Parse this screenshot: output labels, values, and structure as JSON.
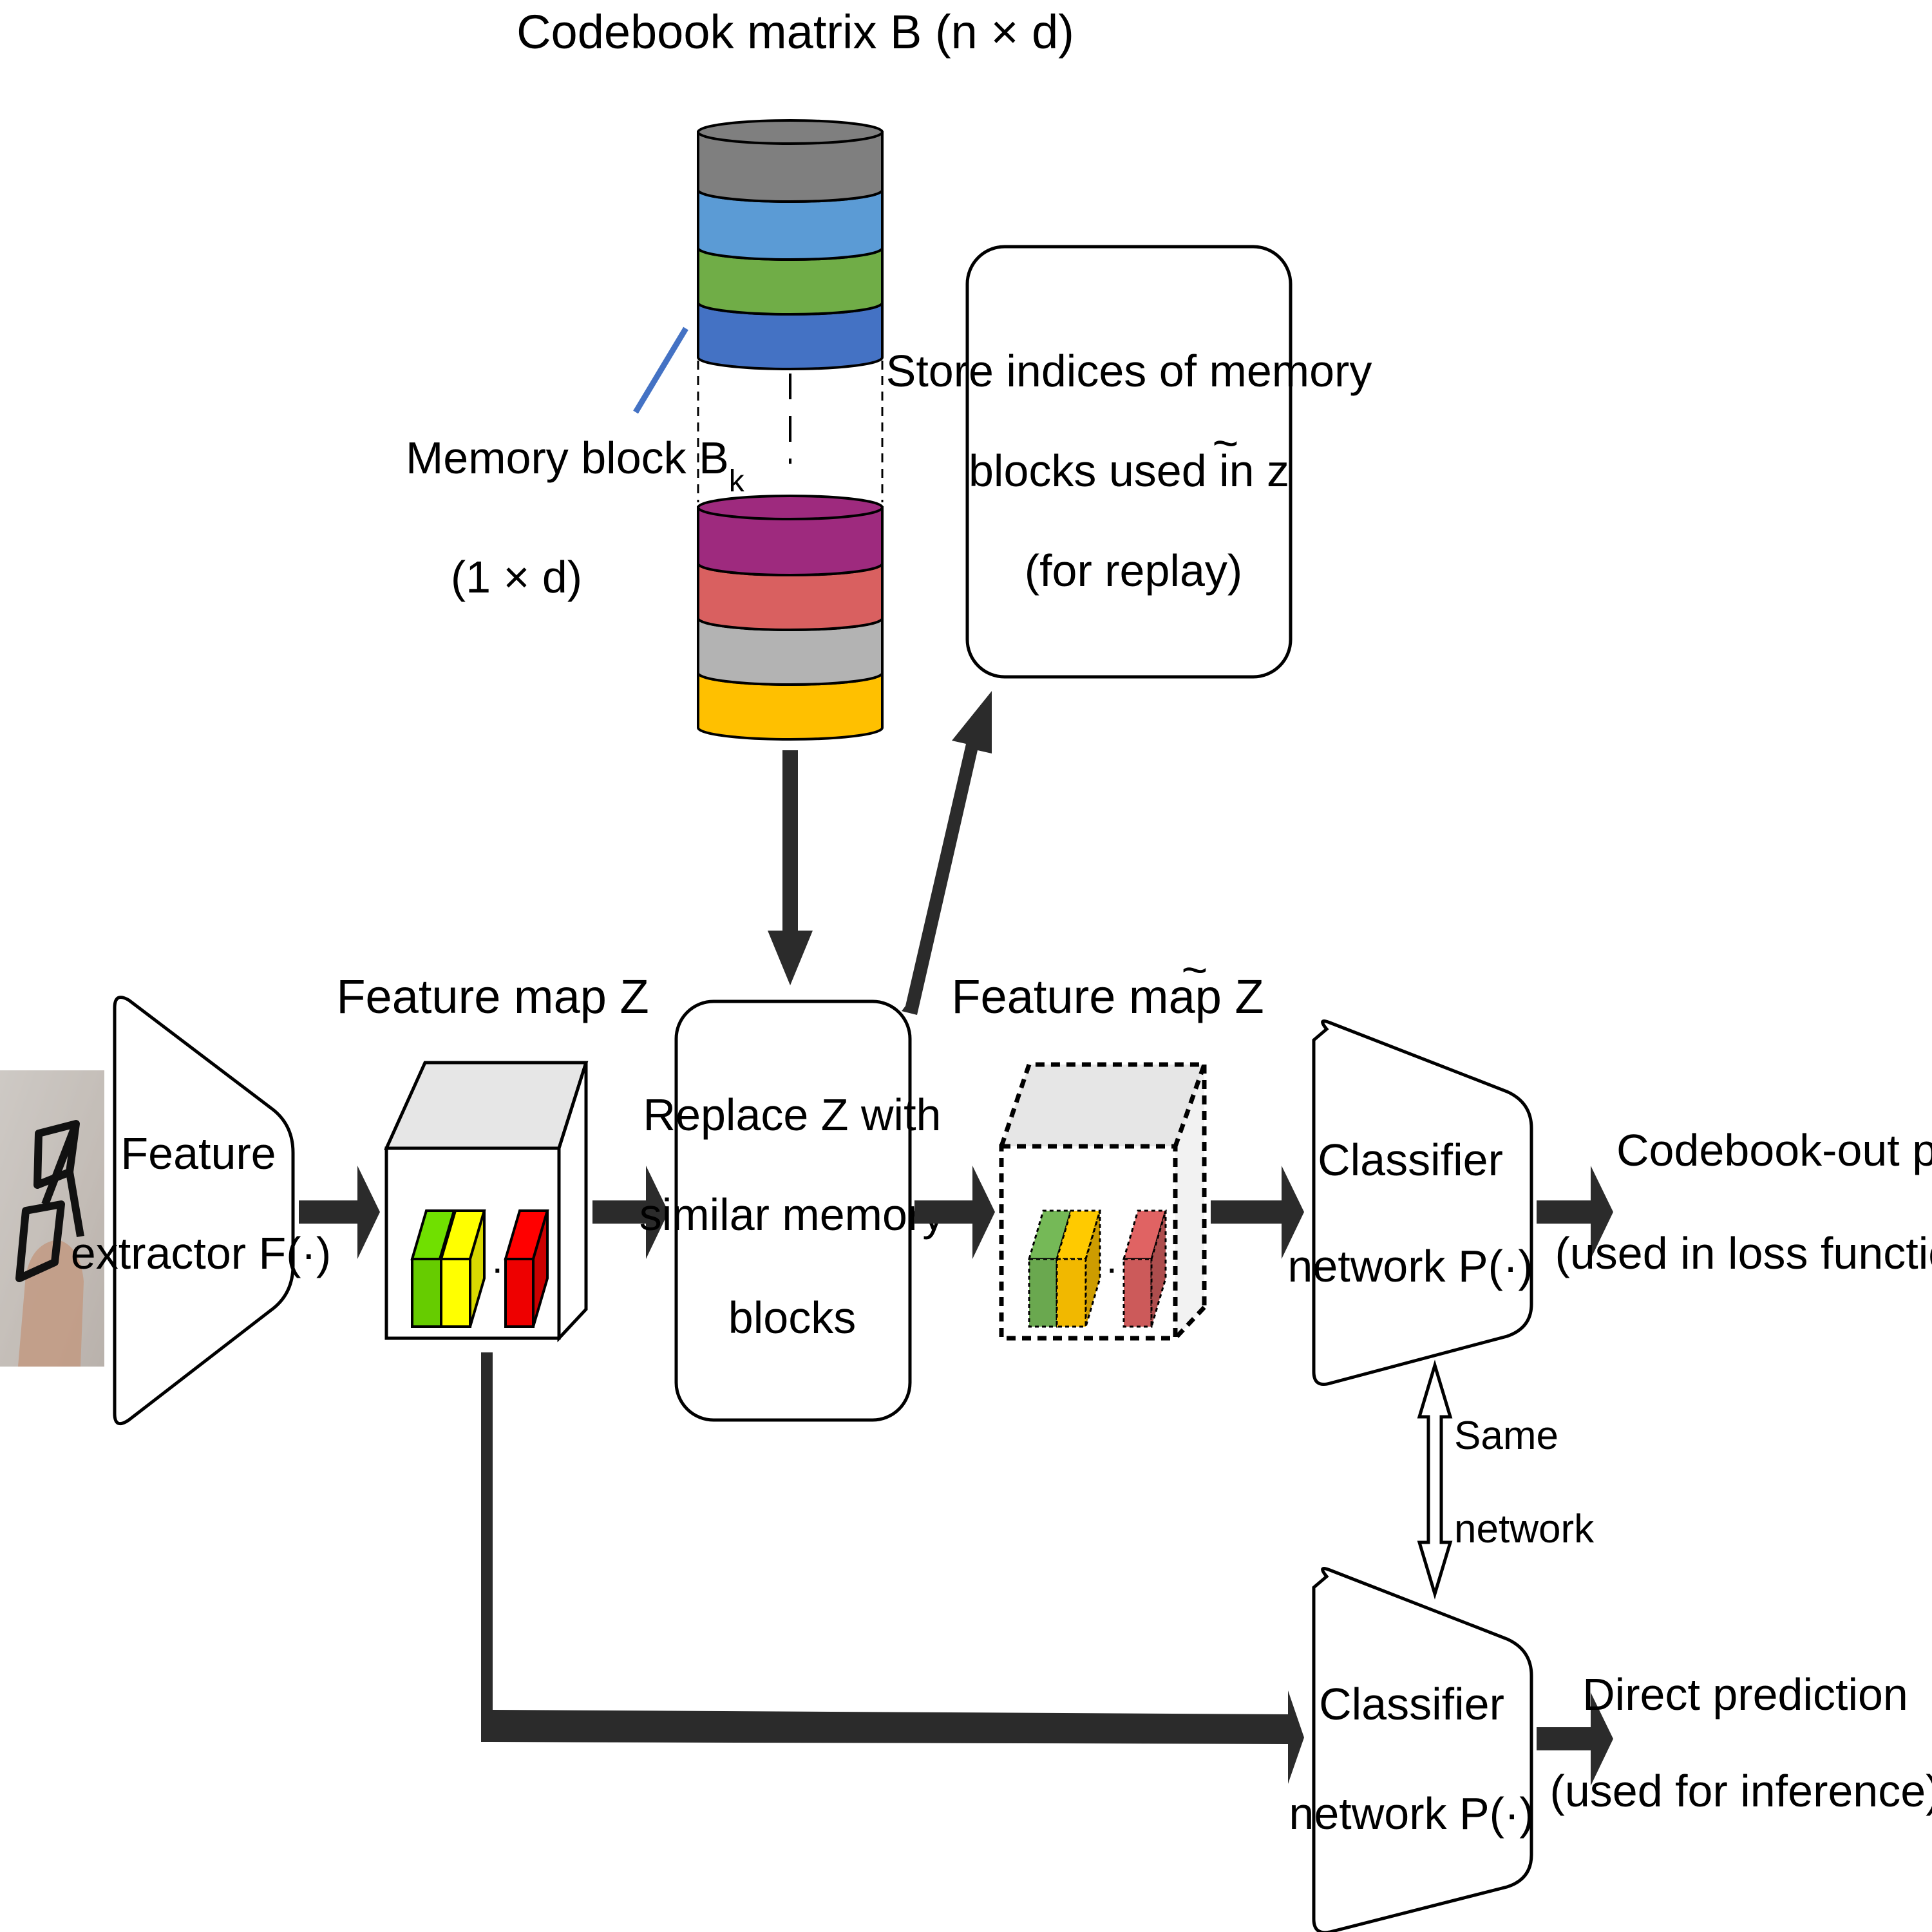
{
  "codebook": {
    "title": "Codebook matrix B (n × d)",
    "memory_block_label": "Memory block B",
    "memory_block_subscript": "k",
    "memory_block_dims": "(1 × d)",
    "top_stripes": [
      "#7f7f7f",
      "#5b9bd5",
      "#70ad47",
      "#4472c4"
    ],
    "bottom_stripes": [
      "#9e2a7e",
      "#d96060",
      "#b3b3b3",
      "#ffc000"
    ]
  },
  "store_box": {
    "line1": "Store indices of memory",
    "line2_prefix": "blocks used in ",
    "line2_symbol": "z",
    "line3": "(for replay)"
  },
  "feature_extractor": {
    "line1": "Feature",
    "line2": "extractor F(·)"
  },
  "feature_map_z": {
    "title": "Feature map Z",
    "cube_colors": [
      "#66cc00",
      "#ffff00",
      "#ee0000"
    ],
    "separator": "·  ·"
  },
  "replace_box": {
    "line1": "Replace Z with",
    "line2": "similar memory",
    "line3": "blocks"
  },
  "feature_map_z_tilde": {
    "title_prefix": "Feature map ",
    "title_symbol": "Z",
    "cube_colors": [
      "#6aa84f",
      "#f1b800",
      "#cc5a5a"
    ],
    "separator": "·  ·"
  },
  "classifier_top": {
    "line1": "Classifier",
    "line2": "network P(·)"
  },
  "classifier_bottom": {
    "line1": "Classifier",
    "line2": "network P(·)"
  },
  "codebook_out": {
    "line1": "Codebook-out prediction",
    "line2": "(used in loss function)"
  },
  "direct_prediction": {
    "line1": "Direct prediction",
    "line2": "(used for inference)"
  },
  "same_network": {
    "line1": "Same",
    "line2": "network"
  },
  "colors": {
    "arrow": "#2b2b2b",
    "link_line": "#4472c4",
    "cube_top": "#e6e6e6"
  }
}
